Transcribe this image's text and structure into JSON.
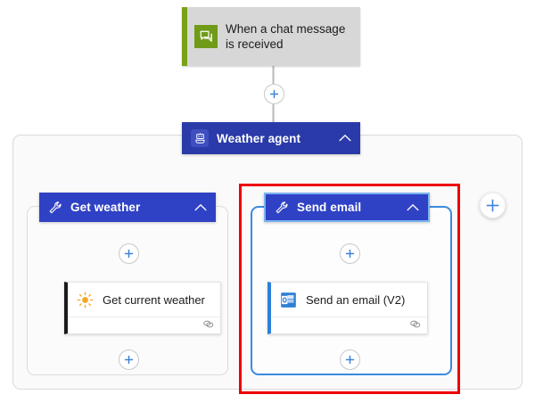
{
  "canvas": {
    "background": "#ffffff",
    "accent_blue": "#2f41c4",
    "agent_blue": "#2a3aa8",
    "selection_blue": "#3b8ae0",
    "annotation_red": "#ee0000",
    "trigger_green": "#7aa116"
  },
  "trigger": {
    "label": "When a chat message is received",
    "icon": "chat-bubbles-icon",
    "accent_color": "#7aa116"
  },
  "agent": {
    "label": "Weather agent",
    "icon": "robot-icon",
    "collapse_icon": "chevron-up-icon",
    "color": "#2a3aa8"
  },
  "branches": [
    {
      "key": "get_weather",
      "header": {
        "label": "Get weather",
        "icon": "wrench-icon",
        "collapse_icon": "chevron-up-icon"
      },
      "selected": false,
      "action": {
        "label": "Get current weather",
        "icon": "sun-icon",
        "footer_icon": "connector-link-icon",
        "accent_color": "#1b1b1b"
      }
    },
    {
      "key": "send_email",
      "header": {
        "label": "Send email",
        "icon": "wrench-icon",
        "collapse_icon": "chevron-up-icon"
      },
      "selected": true,
      "action": {
        "label": "Send an email (V2)",
        "icon": "outlook-icon",
        "footer_icon": "connector-link-icon",
        "accent_color": "#2f7fd6"
      }
    }
  ],
  "add_buttons": {
    "symbol": "+",
    "after_trigger_label": "Insert a new step",
    "in_get_weather_top_label": "Insert a new step",
    "in_get_weather_bottom_label": "Insert a new step",
    "in_send_email_top_label": "Insert a new step",
    "in_send_email_bottom_label": "Insert a new step",
    "add_agent_label": "Add an action"
  },
  "annotation": {
    "shape": "rectangle",
    "color": "#ee0000",
    "target": "Send email"
  }
}
